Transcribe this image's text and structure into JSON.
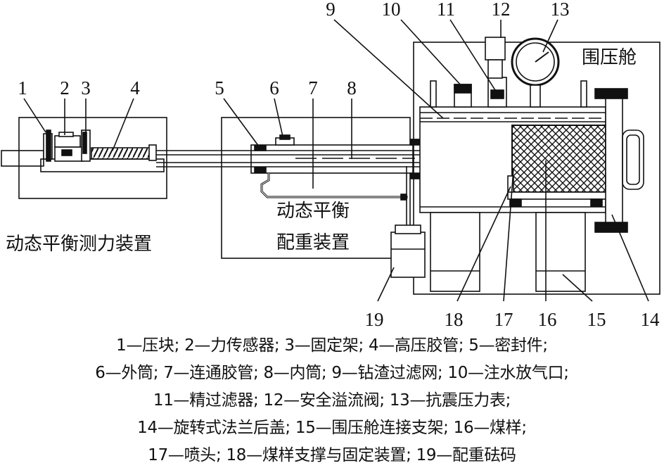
{
  "labels": {
    "chamber": "围压舱",
    "force_device": "动态平衡测力装置",
    "counterweight_device_line1": "动态平衡",
    "counterweight_device_line2": "配重装置"
  },
  "callouts": {
    "n1": "1",
    "n2": "2",
    "n3": "3",
    "n4": "4",
    "n5": "5",
    "n6": "6",
    "n7": "7",
    "n8": "8",
    "n9": "9",
    "n10": "10",
    "n11": "11",
    "n12": "12",
    "n13": "13",
    "n14": "14",
    "n15": "15",
    "n16": "16",
    "n17": "17",
    "n18": "18",
    "n19": "19"
  },
  "caption": {
    "line1": "1—压块; 2—力传感器; 3—固定架; 4—高压胶管; 5—密封件;",
    "line2": "6—外筒; 7—连通胶管; 8—内筒; 9—钻渣过滤网; 10—注水放气口;",
    "line3": "11—精过滤器; 12—安全溢流阀; 13—抗震压力表;",
    "line4": "14—旋转式法兰后盖; 15—围压舱连接支架; 16—煤样;",
    "line5": "17—喷头; 18—煤样支撑与固定装置; 19—配重砝码"
  }
}
